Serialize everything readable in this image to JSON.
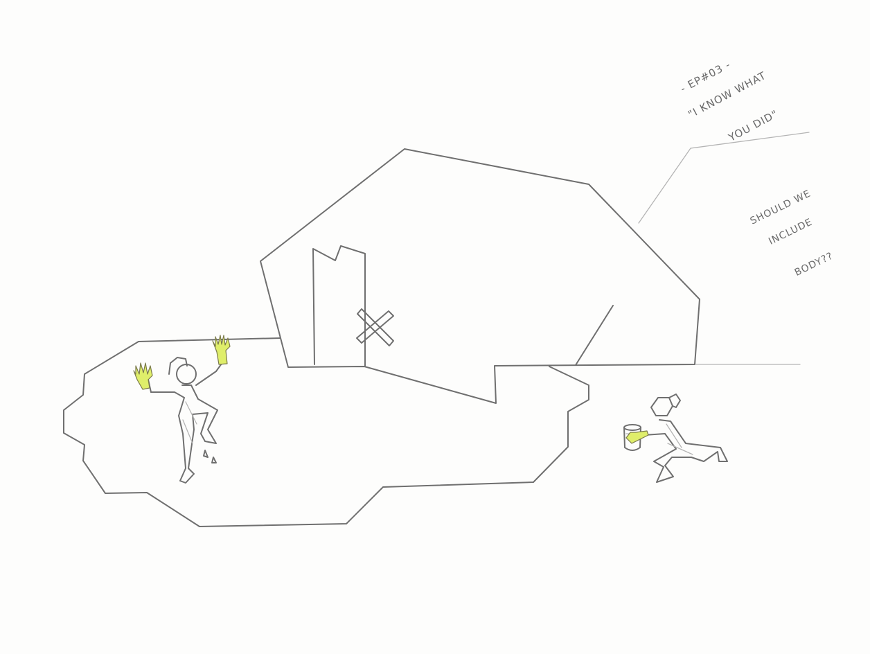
{
  "canvas": {
    "background": "#fdfdfc",
    "stroke_color": "#6f6f6f",
    "glove_color": "#dfee6a"
  },
  "notes": {
    "episode": {
      "line1": "- EP#03 -",
      "line2": "\"I KNOW WHAT",
      "line3": "YOU DID\""
    },
    "question": {
      "line1": "SHOULD WE",
      "line2": "INCLUDE",
      "line3": "BODY??"
    }
  }
}
